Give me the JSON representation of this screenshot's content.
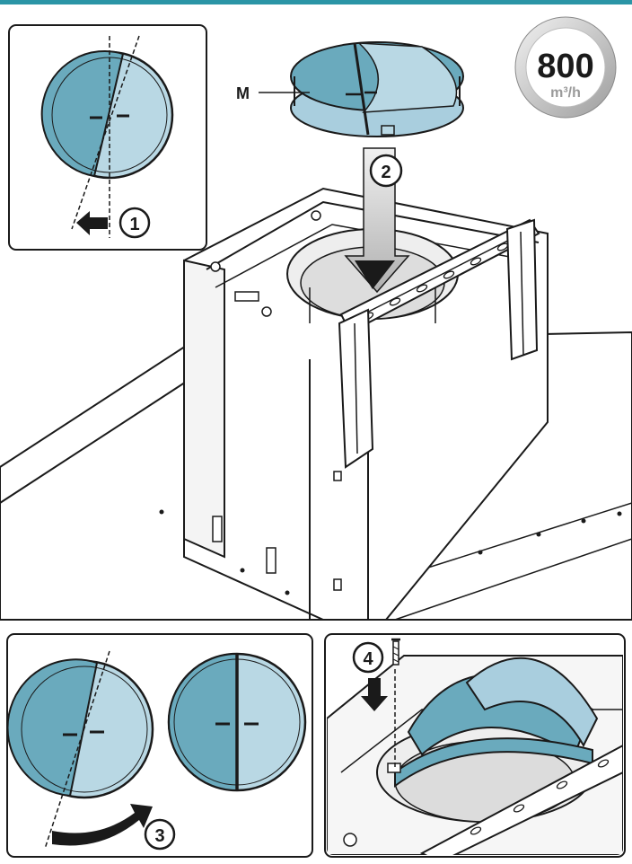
{
  "header": {
    "accent_color": "#2b95a6"
  },
  "badge": {
    "value": "800",
    "unit": "m³/h"
  },
  "labels": {
    "part_m": "M"
  },
  "steps": [
    "1",
    "2",
    "3",
    "4"
  ],
  "colors": {
    "dark_flap": "#6aaabd",
    "light_flap": "#b9d8e4",
    "outline": "#1a1a1a"
  },
  "icons": [
    "left-arrow-icon",
    "down-arrow-icon",
    "curved-arrow-icon",
    "screw-icon"
  ]
}
